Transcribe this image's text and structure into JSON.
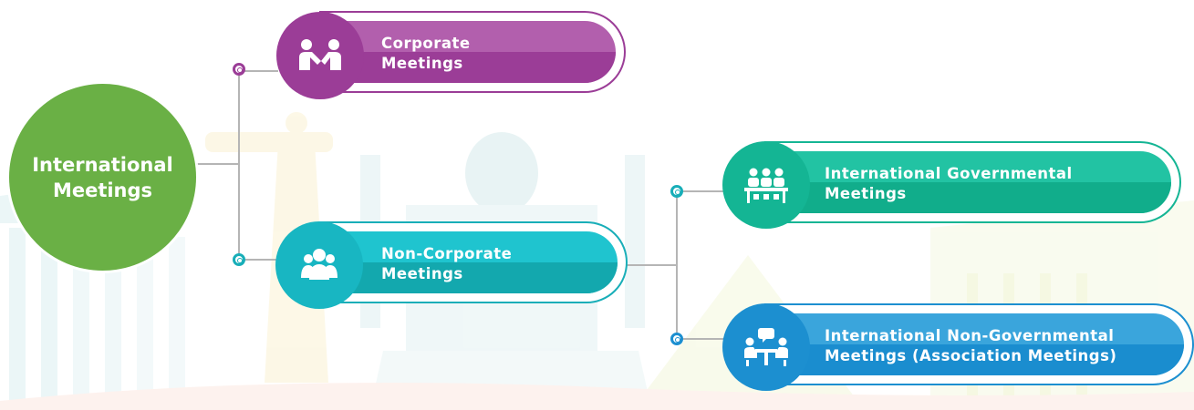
{
  "colors": {
    "root": "#6ab045",
    "corporate": "#9b3d97",
    "non_corporate": "#18aeb8",
    "governmental": "#14b594",
    "non_governmental": "#1c8fd0"
  },
  "root": {
    "label": "International\nMeetings"
  },
  "nodes": [
    {
      "id": "corporate",
      "label": "Corporate\nMeetings",
      "icon": "handshake-icon"
    },
    {
      "id": "non_corporate",
      "label": "Non-Corporate\nMeetings",
      "icon": "group-icon"
    },
    {
      "id": "governmental",
      "label": "International Governmental\nMeetings",
      "icon": "conference-table-icon"
    },
    {
      "id": "non_governmental",
      "label": "International Non-Governmental\nMeetings (Association Meetings)",
      "icon": "discussion-icon"
    }
  ],
  "edges": [
    {
      "from": "root",
      "to": "corporate"
    },
    {
      "from": "root",
      "to": "non_corporate"
    },
    {
      "from": "non_corporate",
      "to": "governmental"
    },
    {
      "from": "non_corporate",
      "to": "non_governmental"
    }
  ]
}
